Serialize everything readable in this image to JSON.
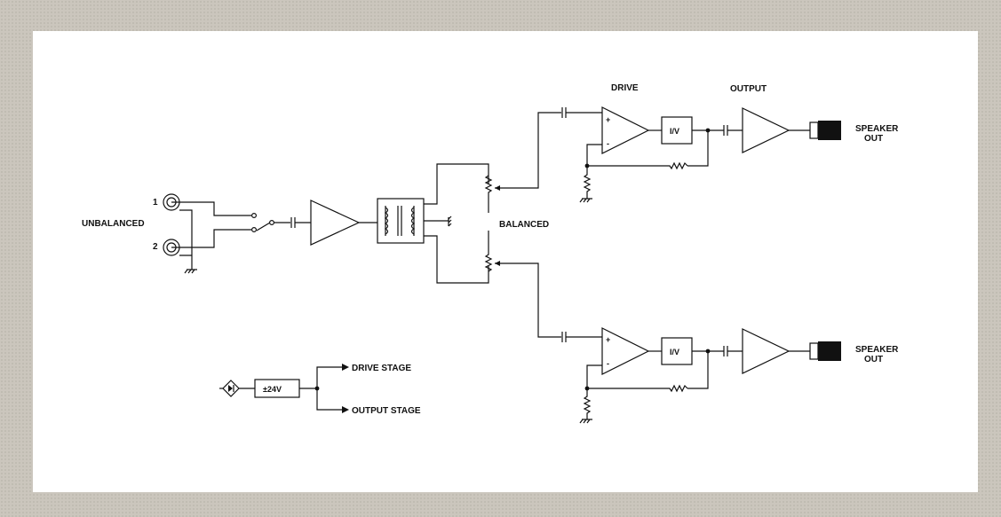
{
  "labels": {
    "unbalanced": "UNBALANCED",
    "input1": "1",
    "input2": "2",
    "balanced": "BALANCED",
    "drive": "DRIVE",
    "output": "OUTPUT",
    "speaker_top_1": "SPEAKER",
    "speaker_top_2": "OUT",
    "speaker_bottom_1": "SPEAKER",
    "speaker_bottom_2": "OUT",
    "iv_top": "I/V",
    "iv_bottom": "I/V",
    "plus_top": "+",
    "minus_top": "-",
    "plus_bottom": "+",
    "minus_bottom": "-",
    "supply": "±24V",
    "drive_stage": "DRIVE STAGE",
    "output_stage": "OUTPUT STAGE"
  }
}
